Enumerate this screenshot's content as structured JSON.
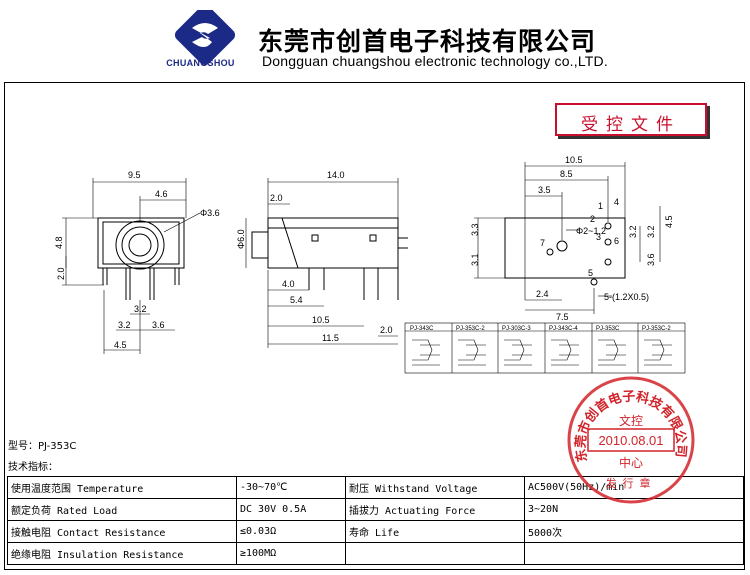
{
  "header": {
    "company_cn": "东莞市创首电子科技有限公司",
    "company_en": "Dongguan chuangshou electronic technology co.,LTD.",
    "logo_text": "CHUANGSHOU",
    "controlled_doc": "受控文件"
  },
  "drawing": {
    "front": {
      "dims": [
        "9.5",
        "4.6",
        "Φ3.6",
        "4.8",
        "2.0",
        "3.2",
        "3.2",
        "3.6",
        "4.5"
      ]
    },
    "side": {
      "dims": [
        "14.0",
        "2.0",
        "Φ6.0",
        "4.0",
        "5.4",
        "10.5",
        "11.5",
        "2.0"
      ]
    },
    "pcb": {
      "dims": [
        "10.5",
        "8.5",
        "3.5",
        "Φ2~1.2",
        "3.3",
        "3.1",
        "7",
        "1",
        "2",
        "3",
        "4",
        "5",
        "6",
        "3.2",
        "4.5",
        "3.2",
        "3.6",
        "2.4",
        "7.5",
        "5-(1.2X0.5)"
      ]
    },
    "schematic_labels": [
      "PJ-343C",
      "PJ-353C-2",
      "PJ-303C-3",
      "PJ-343C-4",
      "PJ-353C",
      "PJ-353C-2"
    ]
  },
  "model": {
    "label": "型号：PJ-353C",
    "tech_label": "技术指标："
  },
  "spec_rows": [
    [
      "使用温度范围 Temperature",
      "-30~70℃",
      "耐压 Withstand Voltage",
      "AC500V(50Hz)/min"
    ],
    [
      "额定负荷 Rated Load",
      "DC 30V 0.5A",
      "插拔力 Actuating Force",
      "3~20N"
    ],
    [
      "接触电阻 Contact Resistance",
      "≤0.03Ω",
      "寿命 Life",
      "5000次"
    ],
    [
      "绝缘电阻 Insulation Resistance",
      "≥100MΩ",
      "",
      ""
    ]
  ],
  "stamp": {
    "ring_text": "东莞市创首电子科技有限公司",
    "line1": "文控",
    "date": "2010.08.01",
    "line3": "中心",
    "bottom": "发行章"
  },
  "colors": {
    "stamp_red": "#d2232a",
    "logo_blue": "#1b2a86"
  }
}
